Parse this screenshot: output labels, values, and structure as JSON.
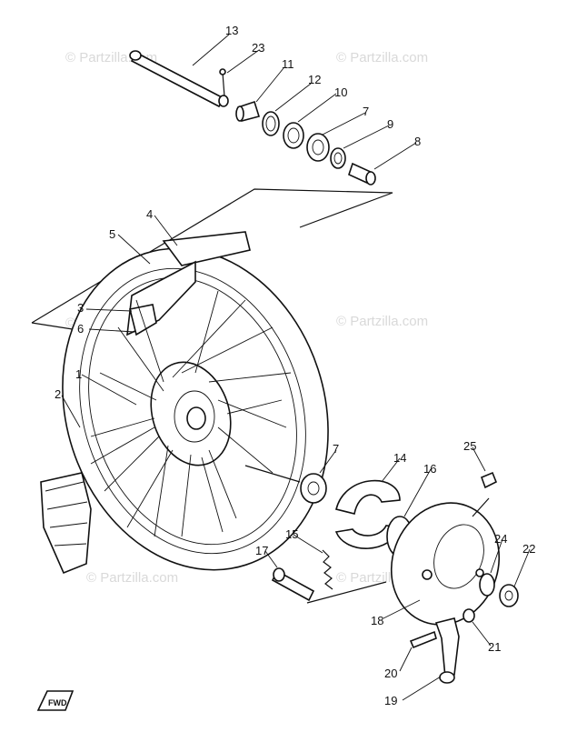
{
  "watermark": {
    "text": "© Partzilla.com"
  },
  "callouts": {
    "c1": "1",
    "c2": "2",
    "c3": "3",
    "c4": "4",
    "c5": "5",
    "c6": "6",
    "c7a": "7",
    "c7b": "7",
    "c8": "8",
    "c9": "9",
    "c10": "10",
    "c11": "11",
    "c12": "12",
    "c13": "13",
    "c14": "14",
    "c15": "15",
    "c16": "16",
    "c17": "17",
    "c18": "18",
    "c19": "19",
    "c20": "20",
    "c21": "21",
    "c22": "22",
    "c23": "23",
    "c24": "24",
    "c25": "25"
  },
  "badge": {
    "text": "FWD"
  }
}
